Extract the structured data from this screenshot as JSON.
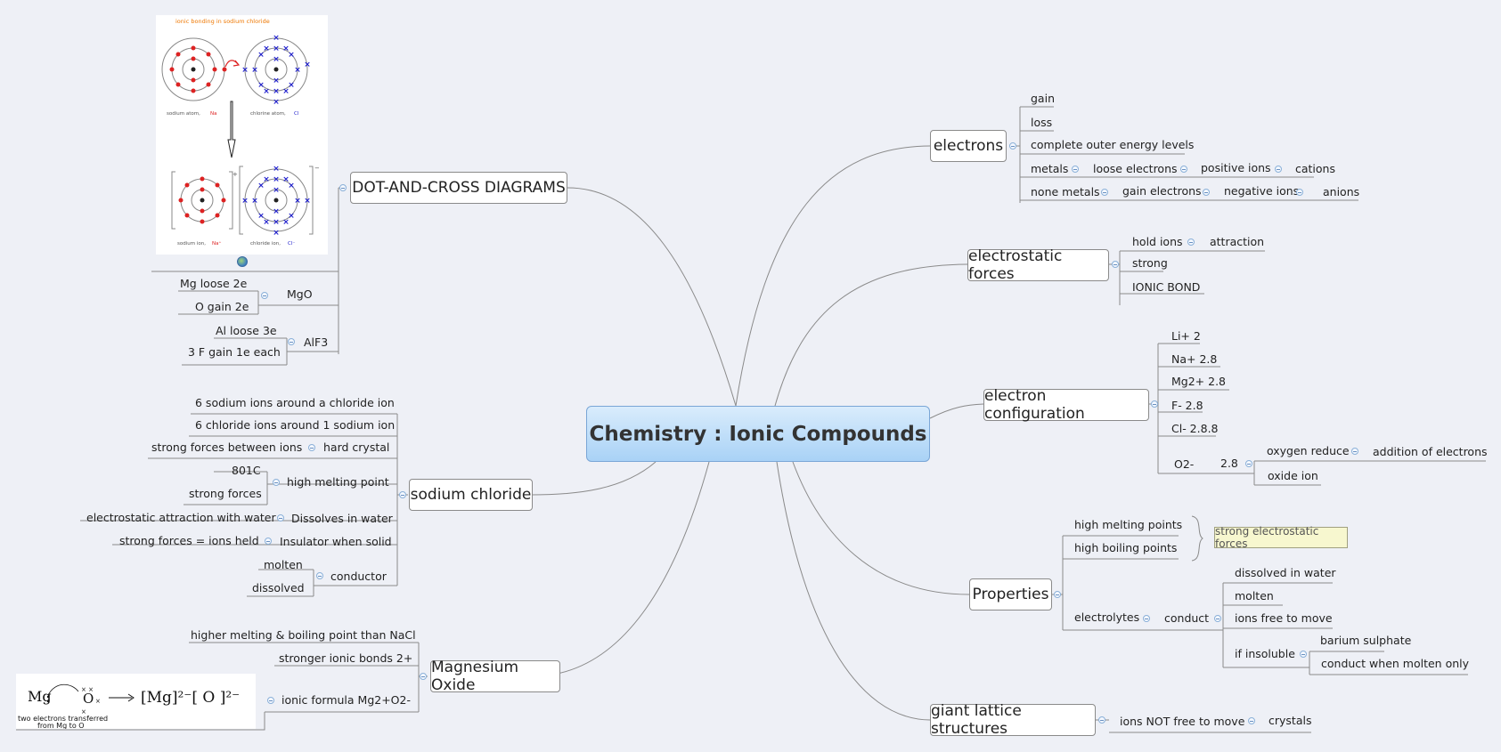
{
  "central": "Chemistry : Ionic Compounds",
  "topics": {
    "electrons": "electrons",
    "electrostatic": "electrostatic forces",
    "config": "electron configuration",
    "properties": "Properties",
    "giant": "giant lattice structures",
    "dot": "DOT-AND-CROSS DIAGRAMS",
    "nacl": "sodium chloride",
    "mgo": "Magnesium Oxide"
  },
  "electrons": {
    "gain": "gain",
    "loss": "loss",
    "complete": "complete outer energy levels",
    "metals": "metals",
    "loose": "loose electrons",
    "pos": "positive ions",
    "cations": "cations",
    "nonmetals": "none metals",
    "gainel": "gain electrons",
    "neg": "negative ions",
    "anions": "anions"
  },
  "electrostatic": {
    "hold": "hold ions",
    "attraction": "attraction",
    "strong": "strong",
    "ionic": "IONIC BOND"
  },
  "config": {
    "li": "Li+ 2",
    "na": "Na+ 2.8",
    "mg": "Mg2+ 2.8",
    "f": "F- 2.8",
    "cl": "Cl- 2.8.8",
    "o": "O2-",
    "o28": "2.8",
    "oxy": "oxygen reduce",
    "add": "addition of electrons",
    "oxide": "oxide ion"
  },
  "properties": {
    "hmp": "high melting points",
    "hbp": "high boiling points",
    "callout": "strong electrostatic forces",
    "electrolytes": "electrolytes",
    "conduct": "conduct",
    "dissolved": "dissolved in water",
    "molten": "molten",
    "free": "ions free to move",
    "insol": "if insoluble",
    "barium": "barium sulphate",
    "cmo": "conduct when molten only"
  },
  "giant": {
    "notfree": "ions NOT free to move",
    "crystals": "crystals"
  },
  "dot": {
    "mgloose": "Mg loose 2e",
    "mgo": "MgO",
    "ogain": "O gain 2e",
    "alloose": "Al loose 3e",
    "alf3": "AlF3",
    "fgain": "3 F gain 1e each"
  },
  "nacl": {
    "six_na": "6 sodium ions around a chloride ion",
    "six_cl": "6 chloride ions around 1 sodium ion",
    "sfb": "strong forces between ions",
    "hard": "hard crystal",
    "801": "801C",
    "hmp": "high melting point",
    "sf": "strong forces",
    "esa": "electrostatic attraction with water",
    "diss": "Dissolves in water",
    "sfi": "strong forces = ions held",
    "ins": "Insulator when solid",
    "molten": "molten",
    "dissolved": "dissolved",
    "cond": "conductor"
  },
  "mgo": {
    "higher": "higher melting & boiling point than NaCl",
    "stronger": "stronger ionic bonds 2+",
    "formula": "ionic formula Mg2+O2-"
  },
  "nacl_image": {
    "title": "ionic bonding in sodium chloride",
    "na_atom": "sodium atom,",
    "na_sym": "Na",
    "cl_atom": "chlorine atom,",
    "cl_sym": "Cl",
    "na_ion": "sodium ion,",
    "na_ion_sym": "Na⁺",
    "cl_ion": "chloride ion,",
    "cl_ion_sym": "Cl⁻"
  },
  "mgo_image": {
    "mg": "Mg",
    "o": "O",
    "product": "[Mg]²⁻[ O ]²⁻",
    "caption1": "two electrons transferred",
    "caption2": "from Mg to O"
  },
  "colors": {
    "central_top": "#d9ecfc",
    "central_bottom": "#a9d2f6",
    "line": "#888888",
    "callout_bg": "#f7f7cf",
    "sodium": "#dd2222",
    "chlorine": "#1a1acc",
    "title_orange": "#ee7700"
  }
}
